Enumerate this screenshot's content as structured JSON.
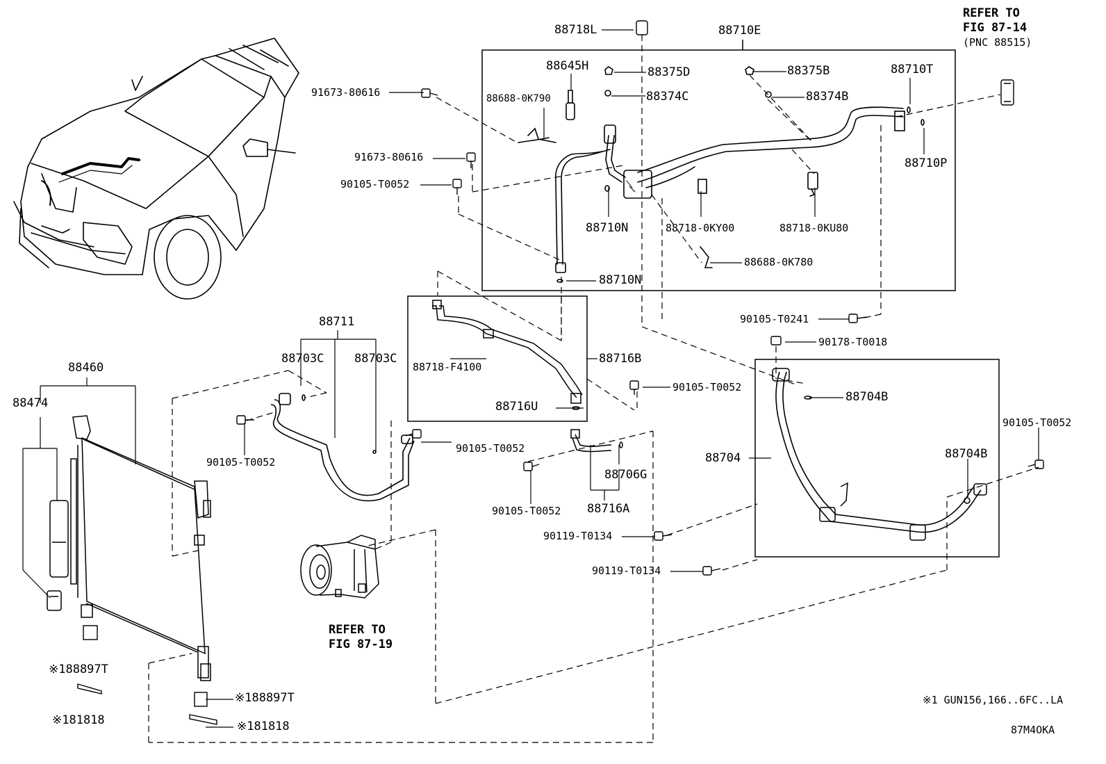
{
  "diagram_code": "87M4OKA",
  "footnote": "※1 GUN156,166..6FC..LA",
  "refer_fig_87_14": {
    "line1": "REFER TO",
    "line2": "FIG 87-14",
    "line3": "(PNC 88515)"
  },
  "refer_fig_87_19": {
    "line1": "REFER TO",
    "line2": "FIG 87-19"
  },
  "parts": {
    "p88718L": "88718L",
    "p88710E": "88710E",
    "p88645H": "88645H",
    "p88375D": "88375D",
    "p88375B": "88375B",
    "p88710T": "88710T",
    "p88374C": "88374C",
    "p88374B": "88374B",
    "p88688_0K790": "88688-0K790",
    "p88710P": "88710P",
    "p91673_80616_a": "91673-80616",
    "p91673_80616_b": "91673-80616",
    "p90105_T0052_a": "90105-T0052",
    "p88710N_a": "88710N",
    "p88718_0KY00": "88718-0KY00",
    "p88718_0KU80": "88718-0KU80",
    "p88688_0K780": "88688-0K780",
    "p88710N_b": "88710N",
    "p90105_T0241": "90105-T0241",
    "p90178_T0018": "90178-T0018",
    "p88711": "88711",
    "p88460": "88460",
    "p88703C_a": "88703C",
    "p88703C_b": "88703C",
    "p88718_F4100": "88718-F4100",
    "p88716B": "88716B",
    "p90105_T0052_b": "90105-T0052",
    "p88704B_a": "88704B",
    "p88474": "88474",
    "p88716U": "88716U",
    "p90105_T0052_c": "90105-T0052",
    "p90105_T0052_d": "90105-T0052",
    "p90105_T0052_e": "90105-T0052",
    "p88704": "88704",
    "p88704B_b": "88704B",
    "p88706G": "88706G",
    "p90105_T0052_f": "90105-T0052",
    "p88716A": "88716A",
    "p90119_T0134_a": "90119-T0134",
    "p90119_T0134_b": "90119-T0134",
    "p88897T_a": "※188897T",
    "p88897T_b": "※188897T",
    "p81818_a": "※181818",
    "p81818_b": "※181818"
  }
}
